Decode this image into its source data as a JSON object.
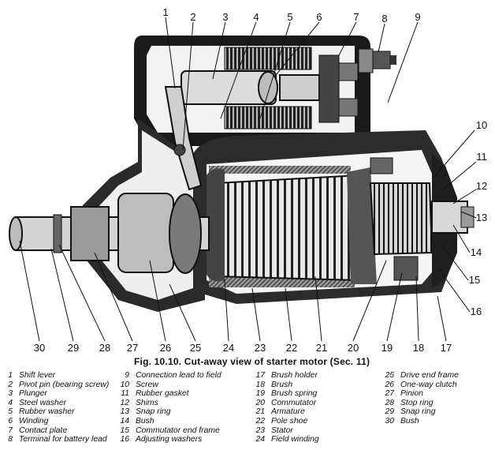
{
  "diagram": {
    "callouts": [
      "1",
      "2",
      "3",
      "4",
      "5",
      "6",
      "7",
      "8",
      "9",
      "10",
      "11",
      "12",
      "13",
      "14",
      "15",
      "16",
      "17",
      "18",
      "19",
      "20",
      "21",
      "22",
      "23",
      "24",
      "25",
      "26",
      "27",
      "28",
      "29",
      "30"
    ],
    "caption": "Fig. 10.10. Cut-away view of starter motor (Sec. 11)",
    "legend_columns": [
      [
        {
          "num": "1",
          "text": "Shift lever"
        },
        {
          "num": "2",
          "text": "Pivot pin (bearing screw)"
        },
        {
          "num": "3",
          "text": "Plunger"
        },
        {
          "num": "4",
          "text": "Steel washer"
        },
        {
          "num": "5",
          "text": "Rubber washer"
        },
        {
          "num": "6",
          "text": "Winding"
        },
        {
          "num": "7",
          "text": "Contact plate"
        },
        {
          "num": "8",
          "text": "Terminal for battery lead"
        }
      ],
      [
        {
          "num": "9",
          "text": "Connection lead to field"
        },
        {
          "num": "10",
          "text": "Screw"
        },
        {
          "num": "11",
          "text": "Rubber gasket"
        },
        {
          "num": "12",
          "text": "Shims"
        },
        {
          "num": "13",
          "text": "Snap ring"
        },
        {
          "num": "14",
          "text": "Bush"
        },
        {
          "num": "15",
          "text": "Commutator end frame"
        },
        {
          "num": "16",
          "text": "Adjusting washers"
        }
      ],
      [
        {
          "num": "17",
          "text": "Brush holder"
        },
        {
          "num": "18",
          "text": "Brush"
        },
        {
          "num": "19",
          "text": "Brush spring"
        },
        {
          "num": "20",
          "text": "Commutator"
        },
        {
          "num": "21",
          "text": "Armature"
        },
        {
          "num": "22",
          "text": "Pole shoe"
        },
        {
          "num": "23",
          "text": "Stator"
        },
        {
          "num": "24",
          "text": "Field winding"
        }
      ],
      [
        {
          "num": "25",
          "text": "Drive end frame"
        },
        {
          "num": "26",
          "text": "One-way clutch"
        },
        {
          "num": "27",
          "text": "Pinion"
        },
        {
          "num": "28",
          "text": "Stop ring"
        },
        {
          "num": "29",
          "text": "Snap ring"
        },
        {
          "num": "30",
          "text": "Bush"
        }
      ]
    ]
  }
}
